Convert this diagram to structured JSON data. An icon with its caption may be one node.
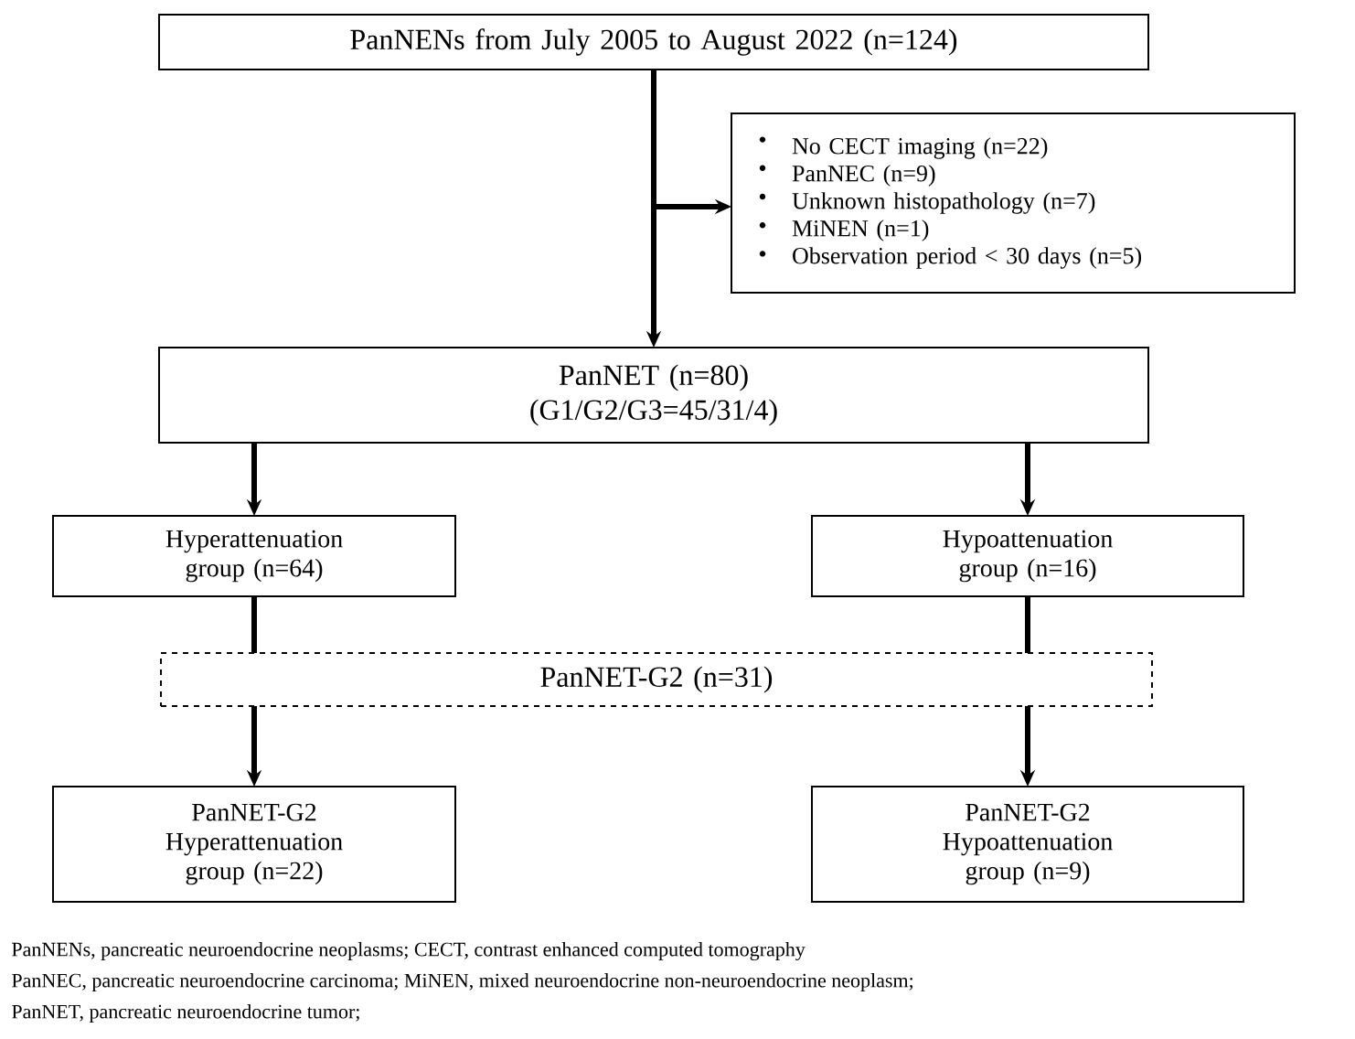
{
  "diagram": {
    "nodes": [
      {
        "text": [
          "PanNENs from July 2005 to August 2022 (n=124)"
        ]
      },
      {
        "text": [
          "No CECT imaging (n=22)",
          "PanNEC (n=9)",
          "Unknown histopathology (n=7)",
          "MiNEN (n=1)",
          "Observation period < 30 days (n=5)"
        ]
      },
      {
        "text": [
          "PanNET (n=80)",
          "(G1/G2/G3=45/31/4)"
        ]
      },
      {
        "text": [
          "Hyperattenuation group (n=64)"
        ]
      },
      {
        "text": [
          "Hypoattenuation group (n=16)"
        ]
      },
      {
        "text": [
          "PanNET-G2 (n=31)"
        ]
      },
      {
        "text": [
          "PanNET-G2 Hyperattenuation group (n=22)"
        ]
      },
      {
        "text": [
          "PanNET-G2 Hypoattenuation group (n=9)"
        ]
      }
    ],
    "edges": [
      {
        "from": 0,
        "to": 2,
        "arrow": "to"
      },
      {
        "from": 0,
        "to": 1,
        "arrow": "to"
      },
      {
        "from": 2,
        "to": 3,
        "arrow": "to"
      },
      {
        "from": 2,
        "to": 4,
        "arrow": "to"
      },
      {
        "from": 3,
        "to": 5,
        "arrow": "none"
      },
      {
        "from": 4,
        "to": 5,
        "arrow": "none"
      },
      {
        "from": 5,
        "to": 6,
        "arrow": "to"
      },
      {
        "from": 5,
        "to": 7,
        "arrow": "to"
      }
    ],
    "labels": [
      "PanNENs, pancreatic neuroendocrine neoplasms; CECT, contrast enhanced computed tomography",
      "PanNEC, pancreatic neuroendocrine carcinoma; MiNEN, mixed neuroendocrine non-neuroendocrine neoplasm;",
      "PanNET, pancreatic neuroendocrine tumor;"
    ]
  }
}
